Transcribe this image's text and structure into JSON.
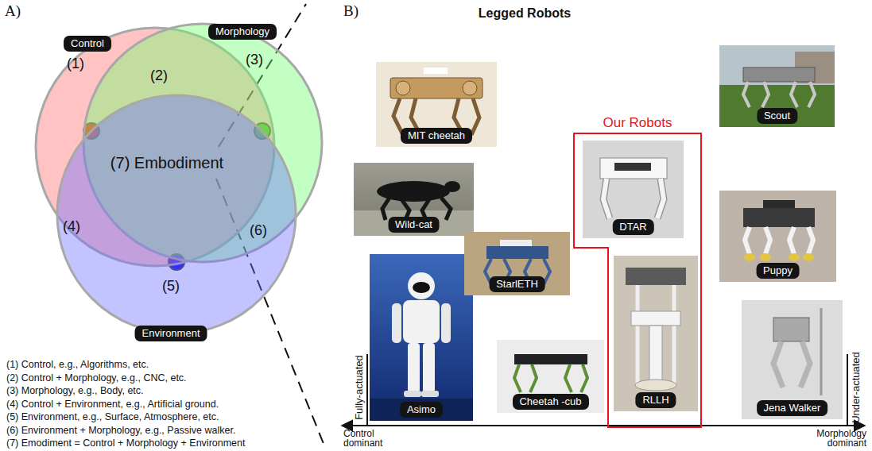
{
  "diagram": {
    "title": "Legged Robots",
    "nodes": [
      {
        "text": [
          "Control"
        ]
      },
      {
        "text": [
          "Morphology"
        ]
      },
      {
        "text": [
          "Environment"
        ]
      },
      {
        "text": [
          "MIT cheetah"
        ]
      },
      {
        "text": [
          "Wild-cat"
        ]
      },
      {
        "text": [
          "Asimo"
        ]
      },
      {
        "text": [
          "StarlETH"
        ]
      },
      {
        "text": [
          "Cheetah -cub"
        ]
      },
      {
        "text": [
          "Our Robots"
        ]
      },
      {
        "text": [
          "DTAR"
        ],
        "in": 8
      },
      {
        "text": [
          "RLLH"
        ],
        "in": 8
      },
      {
        "text": [
          "Scout"
        ]
      },
      {
        "text": [
          "Puppy"
        ]
      },
      {
        "text": [
          "Jena Walker"
        ]
      }
    ],
    "labels": [
      "A)",
      "(1)",
      "(2)",
      "(3)",
      "(7) Embodiment",
      "(4)",
      "(6)",
      "(5)",
      "(1) Control, e.g., Algorithms, etc.",
      "(2) Control + Morphology, e.g., CNC, etc.",
      "(3) Morphology, e.g., Body, etc.",
      "(4) Control + Environment, e.g., Artificial ground.",
      "(5) Environment, e.g., Surface, Atmosphere, etc.",
      "(6) Environment + Morphology, e.g., Passive walker.",
      "(7) Emodiment = Control + Morphology + Environment",
      "B)",
      "Fully-actuated",
      "Under-actuated",
      "Control dominant",
      "Morphology dominant"
    ]
  }
}
